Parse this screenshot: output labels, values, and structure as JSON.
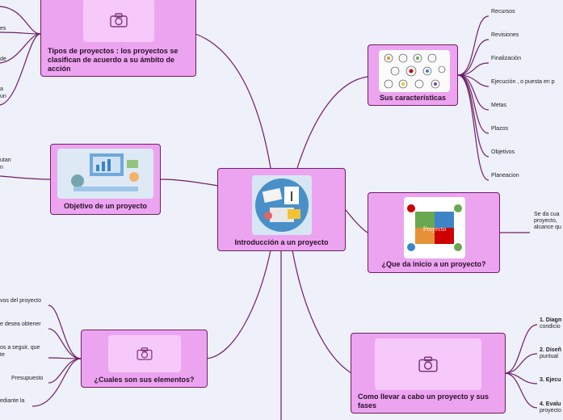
{
  "central": {
    "title": "Introducción a un proyecto",
    "image": "project-collage-image"
  },
  "nodes": {
    "tipos": {
      "title": "Tipos de proyectos : los proyectos se clasifican de acuerdo a su ámbito de acción",
      "icon": "camera-icon"
    },
    "objetivo": {
      "title": "Objetivo de un proyecto",
      "image": "data-analytics-image"
    },
    "caracteristicas": {
      "title": "Sus características",
      "image": "project-icons-sketch-image"
    },
    "inicio": {
      "title": "¿Que da inicio a un proyecto?",
      "image": "puzzle-people-image",
      "image_text": "Proyecto"
    },
    "elementos": {
      "title": "¿Cuales son sus elementos?",
      "icon": "camera-icon"
    },
    "llevar": {
      "title": "Como llevar a cabo un proyecto y sus fases",
      "icon": "camera-icon"
    }
  },
  "leaves": {
    "tipos": [
      "es",
      "de",
      "a",
      "un"
    ],
    "objetivo": [
      "utan",
      "n"
    ],
    "caracteristicas": [
      "Recursos",
      "Revisiones",
      "Finalización",
      "Ejecución , o puesta en p",
      "Metas",
      "Plazos",
      "Objetivos",
      "Planeacion"
    ],
    "inicio": [
      "Se da cua",
      "proyecto,",
      "alcance qu"
    ],
    "elementos": [
      "vos del proyecto",
      "e desea obtener",
      "os a seguir, que",
      "te",
      "Presupuesto",
      "ediante la"
    ],
    "llevar": [
      {
        "title": "1. Diagn",
        "text": "condicio"
      },
      {
        "title": "2. Diseñ",
        "text": "puntual"
      },
      {
        "title": "3. Ejecu",
        "text": ""
      },
      {
        "title": "4. Evalu",
        "text": "proyecto"
      }
    ]
  }
}
